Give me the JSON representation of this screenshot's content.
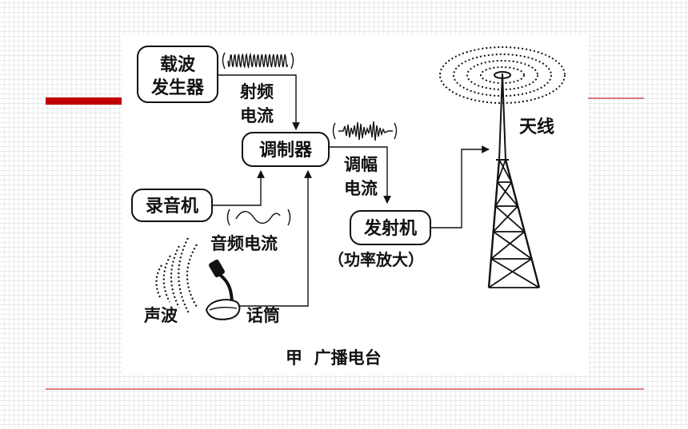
{
  "diagram": {
    "blocks": {
      "carrier_generator": [
        "载波",
        "发生器"
      ],
      "modulator": "调制器",
      "recorder": "录音机",
      "transmitter": "发射机"
    },
    "labels": {
      "rf_current": [
        "射频",
        "电流"
      ],
      "am_current": [
        "调幅",
        "电流"
      ],
      "audio_current": "音频电流",
      "power_amp": "（功率放大）",
      "antenna": "天线",
      "sound_wave": "声波",
      "microphone": "话筒",
      "caption": "甲  广播电台"
    }
  },
  "colors": {
    "accent_bar": "#c00000",
    "line": "#111111"
  }
}
